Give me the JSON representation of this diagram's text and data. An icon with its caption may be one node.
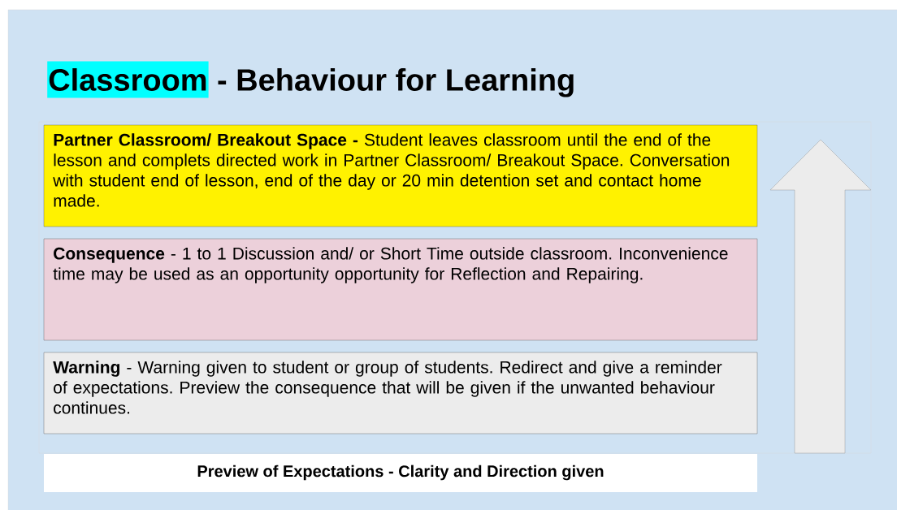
{
  "diagram": {
    "nodes": [
      {
        "text": [
          "Classroom"
        ],
        "beside": [
          "- Behaviour for Learning"
        ]
      },
      {
        "text": [
          "**Partner Classroom/ Breakout Space -** Student leaves classroom until the end of the lesson and complets directed work in Partner Classroom/ Breakout Space. Conversation with student end of lesson, end of the day or 20 min detention set and contact home made."
        ]
      },
      {
        "text": [
          "**Consequence** - 1 to 1 Discussion and/ or Short Time outside classroom. Inconvenience time may be used as an opportunity opportunity for Reflection and Repairing."
        ]
      },
      {
        "text": [
          "**Warning** - Warning given to student or group of students. Redirect and give a reminder of expectations. Preview the consequence that will be given if the unwanted behaviour continues."
        ]
      },
      {
        "text": [
          "Preview of Expectations - Clarity and Direction given"
        ]
      }
    ]
  }
}
